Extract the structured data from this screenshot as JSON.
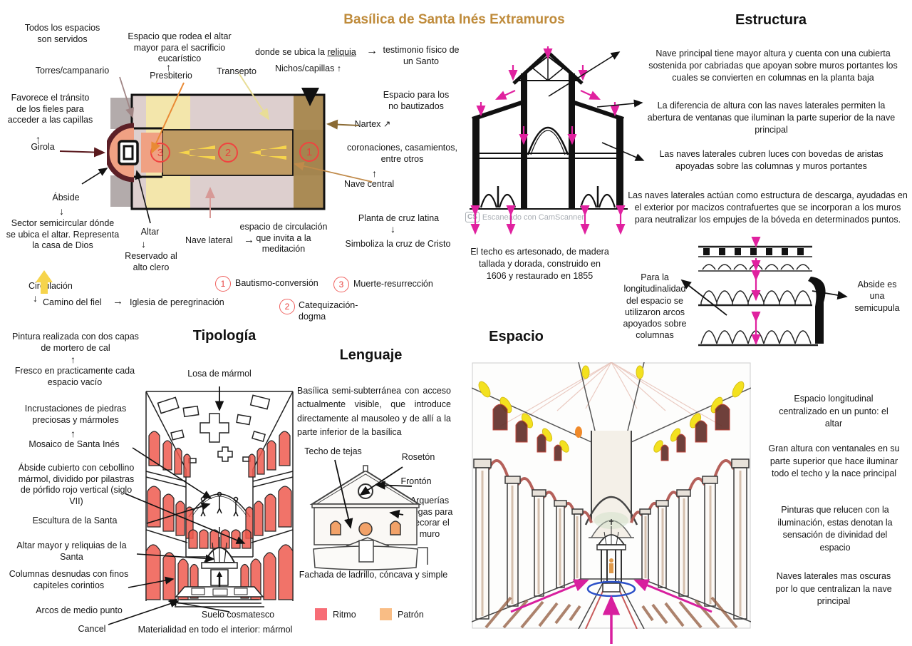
{
  "title": "Basílica de Santa Inés Extramuros",
  "glyphs": {
    "up": "↑",
    "down": "↓",
    "right": "→",
    "up_right": "↗"
  },
  "watermark": {
    "badge": "CS",
    "text": "Escaneado con CamScanner"
  },
  "plan": {
    "todos": "Todos los espacios son servidos",
    "espacio_rodea": "Espacio que rodea el altar mayor para el sacrificio eucarístico",
    "presbiterio": "Presbiterio",
    "torres": "Torres/campanario",
    "transepto": "Transepto",
    "donde_pre": "donde se ubica la ",
    "reliquia": "reliquia",
    "testimonio": "testimonio físico de un Santo",
    "nichos": "Nichos/capillas ↑",
    "favorece": "Favorece el tránsito de los fieles para acceder a las capillas",
    "girola": "Girola",
    "no_bautizados": "Espacio para los no bautizados",
    "nartex": "Nartex ↗",
    "abside": "Ábside",
    "sector": "Sector semicircular dónde se ubica el altar. Representa la casa de Dios",
    "altar": "Altar",
    "reservado": "Reservado al alto clero",
    "nave_lateral": "Nave lateral",
    "espacio_circ": "espacio de circulación que invita a la meditación",
    "coronaciones": "coronaciones, casamientos, entre otros",
    "nave_central": "Nave central",
    "planta": "Planta de cruz latina",
    "simboliza": "Simboliza la cruz de Cristo",
    "circulacion": "Circulación",
    "camino": "Camino del fiel",
    "iglesia": "Iglesia de peregrinación",
    "step1": "1",
    "step2": "2",
    "step3": "3",
    "leg1": "Bautismo-conversión",
    "leg2": "Catequización-dogma",
    "leg3": "Muerte-resurrección"
  },
  "estructura": {
    "heading": "Estructura",
    "p1": "Nave principal tiene mayor altura y cuenta con una cubierta sostenida por cabriadas que apoyan sobre muros portantes los cuales se convierten en columnas en la planta baja",
    "p2": "La diferencia de altura con las naves laterales permiten la abertura de ventanas que iluminan la parte superior de la nave principal",
    "p3": "Las naves laterales cubren luces con bovedas de aristas apoyadas sobre las columnas y muros portantes",
    "p4": "Las naves laterales actúan como estructura de descarga, ayudadas en el exterior por macizos contrafuertes que se incorporan a los muros para neutralizar los empujes de la bóveda en determinados puntos.",
    "techo": "El techo es artesonado, de madera tallada y dorada, construido en 1606 y restaurado en 1855",
    "para_la": "Para la longitudinalidad del espacio se utilizaron arcos apoyados sobre columnas",
    "abside_semi": "Abside es una semicupula"
  },
  "tipologia": {
    "heading": "Tipología",
    "pintura": "Pintura realizada con dos capas de mortero de cal",
    "fresco": "Fresco en practicamente cada espacio vacío",
    "incrustaciones": "Incrustaciones de piedras preciosas y mármoles",
    "mosaico": "Mosaico de Santa Inés",
    "abside_cubierto": "Ábside cubierto con cebollino mármol, dividido por pilastras de pórfido rojo vertical (siglo VII)",
    "escultura": "Escultura de la Santa",
    "altar_mayor": "Altar mayor y reliquias de la Santa",
    "columnas": "Columnas desnudas con finos capiteles corintios",
    "arcos": "Arcos de medio punto",
    "cancel": "Cancel",
    "losa": "Losa de mármol",
    "suelo": "Suelo cosmatesco",
    "materialidad": "Materialidad en todo el interior: mármol"
  },
  "lenguaje": {
    "heading": "Lenguaje",
    "parrafo": "Basílica semi-subterránea con acceso actualmente visible, que introduce directamente al mausoleo y de allí a la parte inferior de la basílica",
    "techo_tejas": "Techo de tejas",
    "roseton": "Rosetón",
    "fronton": "Frontón",
    "arquerias": "Arquerías ciegas para decorar el muro",
    "fachada": "Fachada de ladrillo, cóncava y simple",
    "ritmo": "Ritmo",
    "patron": "Patrón"
  },
  "espacio": {
    "heading": "Espacio",
    "p1": "Espacio longitudinal centralizado en un punto: el altar",
    "p2": "Gran altura con ventanales en su parte superior que hace iluminar todo el techo y la nace principal",
    "p3": "Pinturas que relucen con la iluminación, estas denotan la sensación de divinidad del espacio",
    "p4": "Naves laterales mas oscuras por lo que centralizan la nave principal"
  },
  "colors": {
    "title": "#bf8b3b",
    "ritmo": "#f76d76",
    "patron": "#f9bd85",
    "magenta": "#d81f9e",
    "plan_yellow": "#f3e6ab",
    "plan_aisle": "#ddcfce",
    "plan_nave": "#bf9b63",
    "plan_nartex": "#aa8b55",
    "plan_gray": "#b3abab",
    "plan_apse": "#f0a183",
    "step_red": "#f04340",
    "arrow_yellow": "#f6d44c"
  }
}
